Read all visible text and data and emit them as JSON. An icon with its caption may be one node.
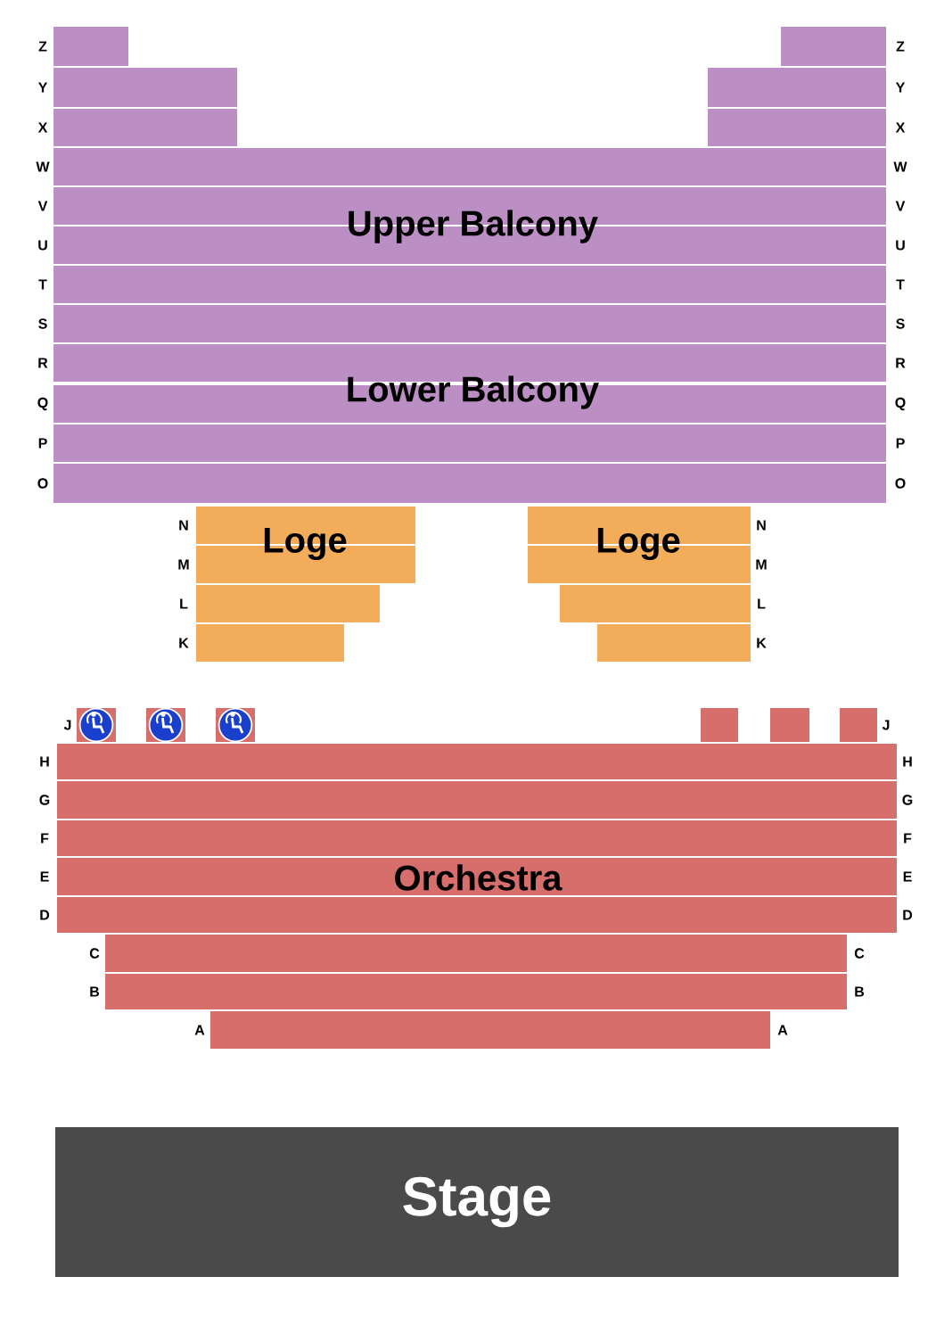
{
  "diagram": {
    "nodes": [
      {
        "text": [
          "Upper Balcony"
        ]
      },
      {
        "text": [
          "Lower Balcony"
        ]
      },
      {
        "text": [
          "Loge"
        ]
      },
      {
        "text": [
          "Loge"
        ]
      },
      {
        "text": [
          "Orchestra"
        ]
      },
      {
        "text": [
          "Stage"
        ]
      }
    ],
    "labels": [
      "Z",
      "Z",
      "Y",
      "Y",
      "X",
      "X",
      "W",
      "W",
      "V",
      "V",
      "U",
      "U",
      "T",
      "T",
      "S",
      "S",
      "R",
      "R",
      "Q",
      "Q",
      "P",
      "P",
      "O",
      "O",
      "N",
      "N",
      "M",
      "M",
      "L",
      "L",
      "K",
      "K",
      "J",
      "J",
      "H",
      "H",
      "G",
      "G",
      "F",
      "F",
      "E",
      "E",
      "D",
      "D",
      "C",
      "C",
      "B",
      "B",
      "A",
      "A"
    ]
  }
}
